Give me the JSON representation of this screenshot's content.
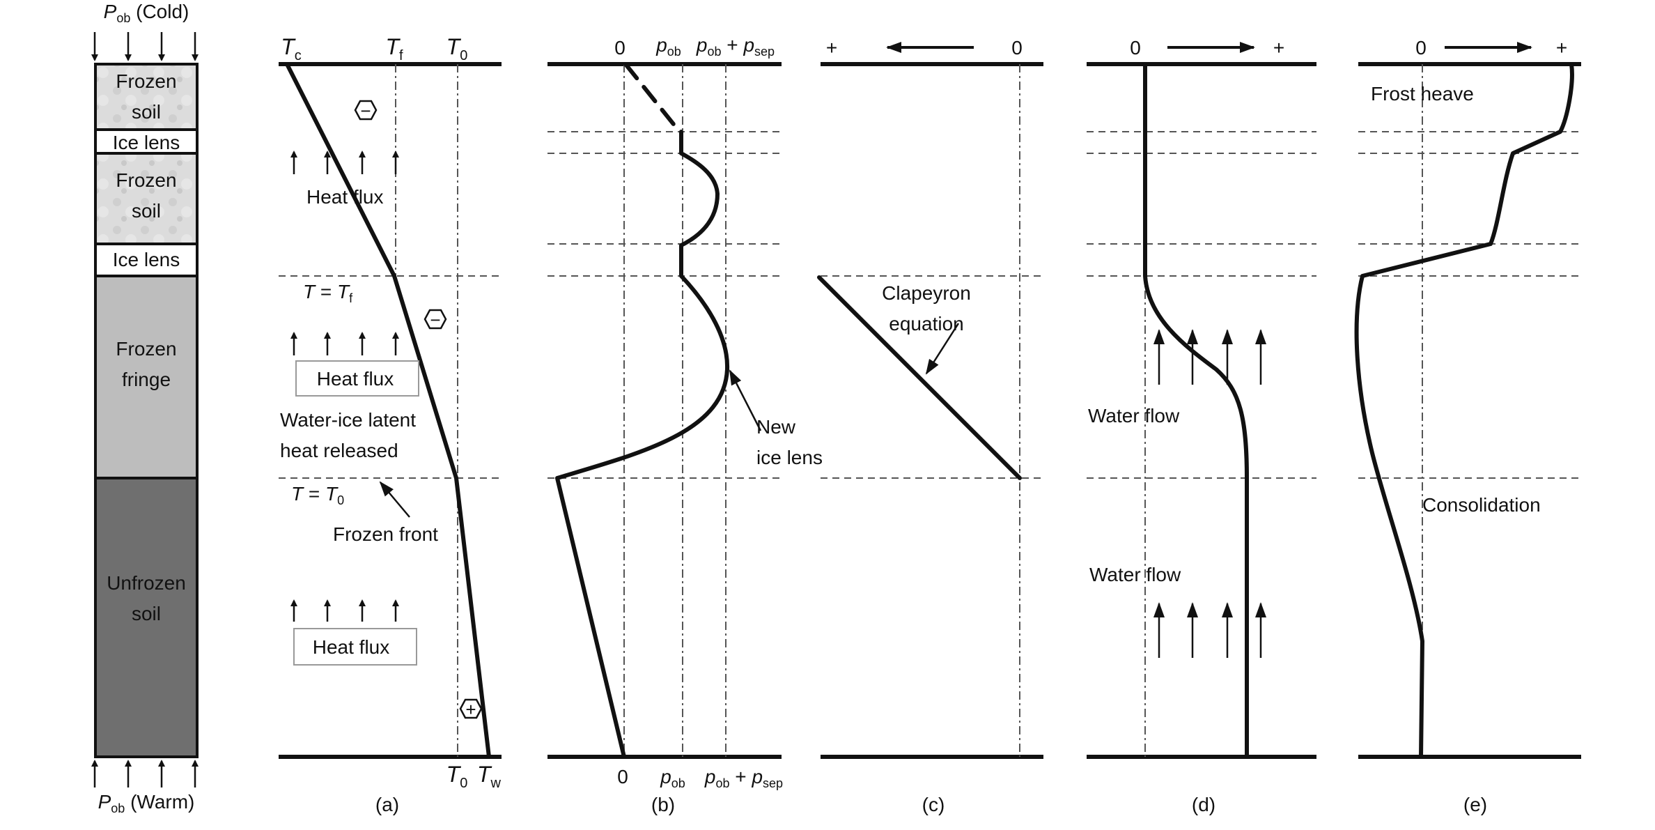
{
  "column": {
    "top_label_sym": "P",
    "top_label_sub": "ob",
    "top_label_rest": " (Cold)",
    "bottom_label_sym": "P",
    "bottom_label_sub": "ob",
    "bottom_label_rest": " (Warm)",
    "layers": [
      {
        "line1": "Frozen",
        "line2": "soil",
        "fill": "#d9d9d9"
      },
      {
        "line1": "Ice lens",
        "line2": "",
        "fill": "#ffffff"
      },
      {
        "line1": "Frozen",
        "line2": "soil",
        "fill": "#d9d9d9"
      },
      {
        "line1": "Ice lens",
        "line2": "",
        "fill": "#ffffff"
      },
      {
        "line1": "Frozen",
        "line2": "fringe",
        "fill": "#bdbdbd"
      },
      {
        "line1": "Unfrozen",
        "line2": "soil",
        "fill": "#6f6f6f"
      }
    ]
  },
  "panel_a": {
    "caption": "(a)",
    "top_ticks": [
      {
        "sym": "T",
        "sub": "c"
      },
      {
        "sym": "T",
        "sub": "f"
      },
      {
        "sym": "T",
        "sub": "0"
      }
    ],
    "bottom_ticks": [
      {
        "sym": "T",
        "sub": "0"
      },
      {
        "sym": "T",
        "sub": "w"
      }
    ],
    "heat_flux": "Heat flux",
    "t_eq_tf": {
      "lhs": "T",
      "eq": " = ",
      "sym": "T",
      "sub": "f"
    },
    "t_eq_t0": {
      "lhs": "T",
      "eq": " = ",
      "sym": "T",
      "sub": "0"
    },
    "latent_line1": "Water-ice latent",
    "latent_line2": "heat released",
    "frozen_front": "Frozen front",
    "minus_sign": "−",
    "plus_sign": "+"
  },
  "panel_b": {
    "caption": "(b)",
    "top_zero": "0",
    "bottom_zero": "0",
    "p_sym": "p",
    "p_sub": "ob",
    "plus": " + ",
    "p_sep_sub": "sep",
    "new_line1": "New",
    "new_line2": "ice lens"
  },
  "panel_c": {
    "caption": "(c)",
    "plus": "+",
    "zero": "0",
    "clap_line1": "Clapeyron",
    "clap_line2": "equation"
  },
  "panel_d": {
    "caption": "(d)",
    "zero": "0",
    "plus": "+",
    "water_flow": "Water flow"
  },
  "panel_e": {
    "caption": "(e)",
    "zero": "0",
    "plus": "+",
    "frost_heave": "Frost heave",
    "consolidation": "Consolidation"
  }
}
